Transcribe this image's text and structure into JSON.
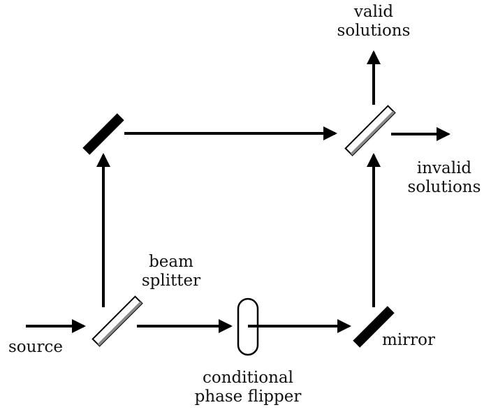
{
  "labels": {
    "valid_line1": "valid",
    "valid_line2": "solutions",
    "invalid_line1": "invalid",
    "invalid_line2": "solutions",
    "beam_line1": "beam",
    "beam_line2": "splitter",
    "source": "source",
    "mirror": "mirror",
    "phase_line1": "conditional",
    "phase_line2": "phase flipper"
  }
}
